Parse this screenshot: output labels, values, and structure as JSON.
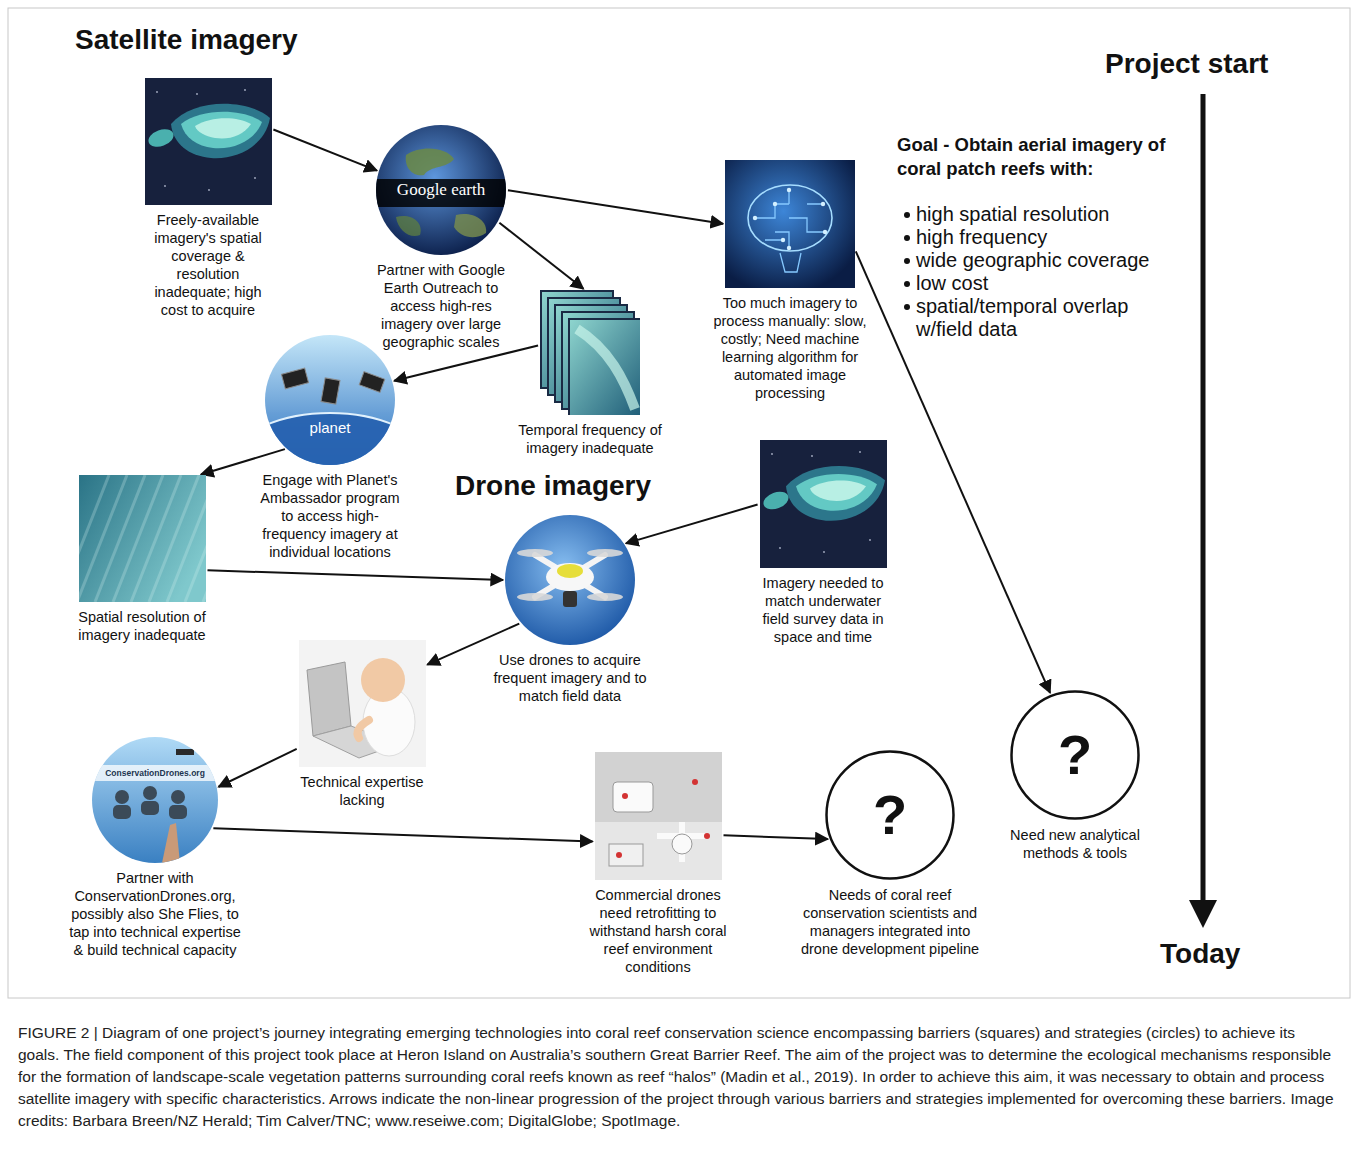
{
  "diagram": {
    "caption": "FIGURE 2 | Diagram of one project’s journey integrating emerging technologies into coral reef conservation science encompassing barriers (squares) and strategies (circles) to achieve its goals. The field component of this project took place at Heron Island on Australia’s southern Great Barrier Reef. The aim of the project was to determine the ecological mechanisms responsible for the formation of landscape-scale vegetation patterns surrounding coral reefs known as reef “halos” (Madin et al., 2019). In order to achieve this aim, it was necessary to obtain and process satellite imagery with specific characteristics. Arrows indicate the non-linear progression of the project through various barriers and strategies implemented for overcoming these barriers. Image credits: Barbara Breen/NZ Herald; Tim Calver/TNC; www.reseiwe.com; DigitalGlobe; SpotImage.",
    "nodes": [
      {
        "text": [
          "Freely-available imagery's spatial coverage & resolution inadequate; high cost to acquire"
        ]
      },
      {
        "text": [
          "Google earth",
          "Partner with Google Earth Outreach to access high-res imagery over large geographic scales"
        ]
      },
      {
        "text": [
          "Temporal frequency of imagery inadequate"
        ]
      },
      {
        "text": [
          "Too much imagery to process manually: slow, costly; Need machine learning algorithm for automated image processing"
        ]
      },
      {
        "text": [
          "planet",
          "Engage with Planet's Ambassador program to access high-frequency imagery at individual locations"
        ]
      },
      {
        "text": [
          "Spatial resolution of imagery inadequate"
        ]
      },
      {
        "text": [
          "Imagery needed to match underwater field survey data in space and time"
        ]
      },
      {
        "text": [
          "Use drones to acquire frequent imagery and to match field data"
        ]
      },
      {
        "text": [
          "Technical expertise lacking"
        ]
      },
      {
        "text": [
          "ConservationDrones.org",
          "Partner with ConservationDrones.org, possibly also She Flies, to tap into technical expertise & build technical capacity"
        ]
      },
      {
        "text": [
          "Commercial drones need retrofitting to withstand harsh coral reef environment conditions"
        ]
      },
      {
        "text": [
          "?",
          "Needs of coral reef conservation scientists and managers integrated into drone development pipeline"
        ]
      },
      {
        "text": [
          "?",
          "Need new analytical methods & tools"
        ]
      }
    ],
    "edges": [
      {
        "from": 0,
        "to": 1,
        "arrow": "to"
      },
      {
        "from": 1,
        "to": 2,
        "arrow": "to"
      },
      {
        "from": 1,
        "to": 3,
        "arrow": "to"
      },
      {
        "from": 2,
        "to": 4,
        "arrow": "to"
      },
      {
        "from": 4,
        "to": 5,
        "arrow": "to"
      },
      {
        "from": 5,
        "to": 7,
        "arrow": "to"
      },
      {
        "from": 6,
        "to": 7,
        "arrow": "to"
      },
      {
        "from": 7,
        "to": 8,
        "arrow": "to"
      },
      {
        "from": 8,
        "to": 9,
        "arrow": "to"
      },
      {
        "from": 9,
        "to": 10,
        "arrow": "to"
      },
      {
        "from": 10,
        "to": 11,
        "arrow": "to"
      },
      {
        "from": 3,
        "to": 12,
        "arrow": "to"
      }
    ],
    "labels": [
      "Satellite imagery",
      "Project start",
      "Goal - Obtain aerial imagery of coral patch reefs with:",
      "high spatial resolution",
      "high frequency",
      "wide geographic coverage",
      "low cost",
      "spatial/temporal overlap w/field data",
      "Drone imagery",
      "Today"
    ]
  }
}
